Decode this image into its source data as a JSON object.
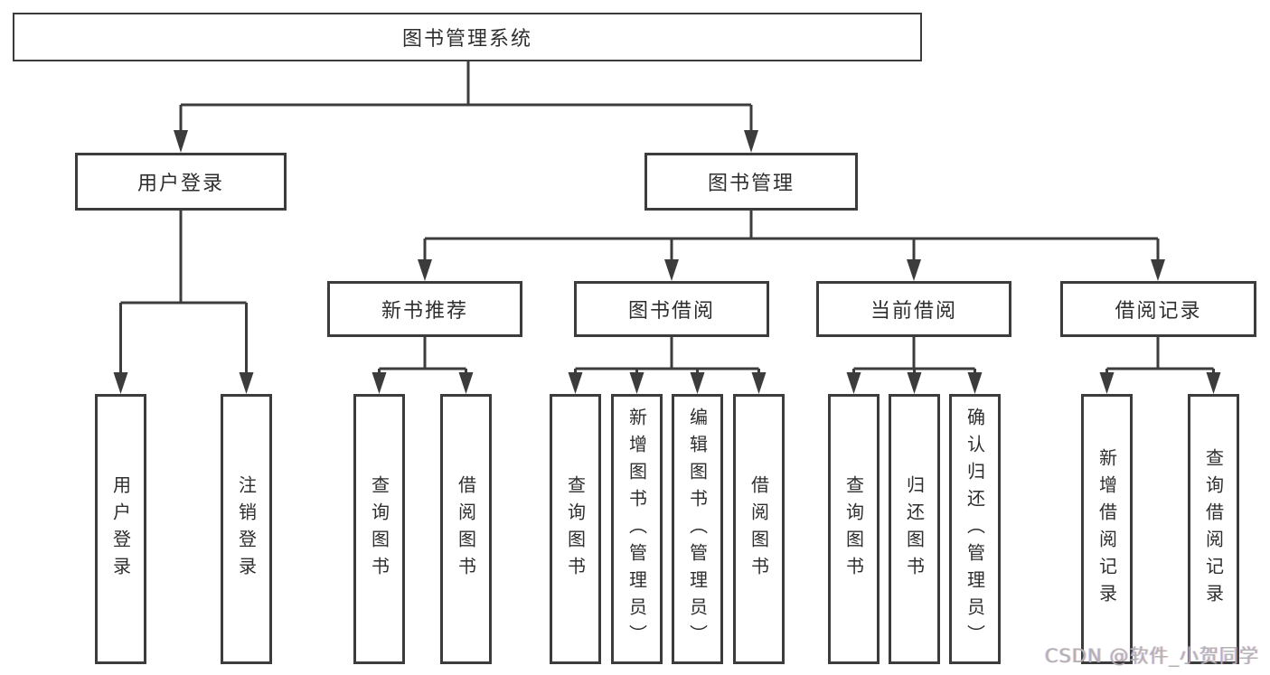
{
  "diagram": {
    "watermark": "CSDN @软件_小贺同学",
    "colors": {
      "line": "#3c3c3c",
      "box_border": "#3c3c3c",
      "box_fill": "#ffffff",
      "text": "#2e2e2e",
      "watermark": "#b2b2b2",
      "background": "#ffffff"
    },
    "nodes": {
      "root": "图书管理系统",
      "user_login": "用户登录",
      "book_mgmt": "图书管理",
      "new_book_rec": "新书推荐",
      "book_borrow": "图书借阅",
      "current_borrow": "当前借阅",
      "borrow_records": "借阅记录",
      "ul_user_login": "用户登录",
      "ul_logout": "注销登录",
      "nb_query_books": "查询图书",
      "nb_borrow_books": "借阅图书",
      "bb_query_books": "查询图书",
      "bb_add_books": "新增图书（管理员）",
      "bb_edit_books": "编辑图书（管理员）",
      "bb_borrow_books": "借阅图书",
      "cb_query_books": "查询图书",
      "cb_return_books": "归还图书",
      "cb_confirm_return": "确认归还（管理员）",
      "br_add_record": "新增借阅记录",
      "br_query_record": "查询借阅记录"
    }
  }
}
